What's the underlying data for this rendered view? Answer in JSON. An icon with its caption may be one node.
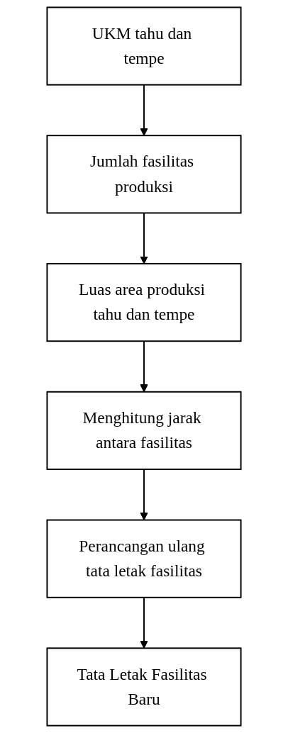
{
  "diagram": {
    "nodes": [
      {
        "text": [
          "UKM tahu dan tempe"
        ]
      },
      {
        "text": [
          "Jumlah fasilitas produksi"
        ]
      },
      {
        "text": [
          "Luas area produksi tahu dan tempe"
        ]
      },
      {
        "text": [
          "Menghitung jarak antara fasilitas"
        ]
      },
      {
        "text": [
          "Perancangan ulang tata letak fasilitas"
        ]
      },
      {
        "text": [
          "Tata Letak Fasilitas Baru"
        ]
      }
    ],
    "edges": [
      {
        "from": 0,
        "to": 1,
        "arrow": "to"
      },
      {
        "from": 1,
        "to": 2,
        "arrow": "to"
      },
      {
        "from": 2,
        "to": 3,
        "arrow": "to"
      },
      {
        "from": 3,
        "to": 4,
        "arrow": "to"
      },
      {
        "from": 4,
        "to": 5,
        "arrow": "to"
      }
    ]
  }
}
